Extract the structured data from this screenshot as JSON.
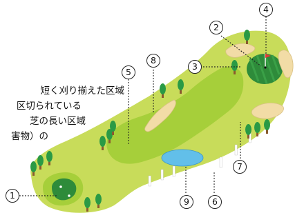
{
  "legend_text": {
    "line1": "短く刈り揃えた区域",
    "line2": "区切られている",
    "line3": "芝の長い区域",
    "line4": "害物）の"
  },
  "markers": {
    "m1": "1",
    "m2": "2",
    "m3": "3",
    "m4": "4",
    "m5": "5",
    "m6": "6",
    "m7": "7",
    "m8": "8",
    "m9": "9"
  },
  "colors": {
    "rough": "#c8dc5a",
    "fairway": "#a6cf3a",
    "green": "#2e8b3a",
    "bunker": "#f2dca6",
    "water": "#62bfe9",
    "tree": "#2a9a45",
    "trunk": "#8a5a2e"
  }
}
